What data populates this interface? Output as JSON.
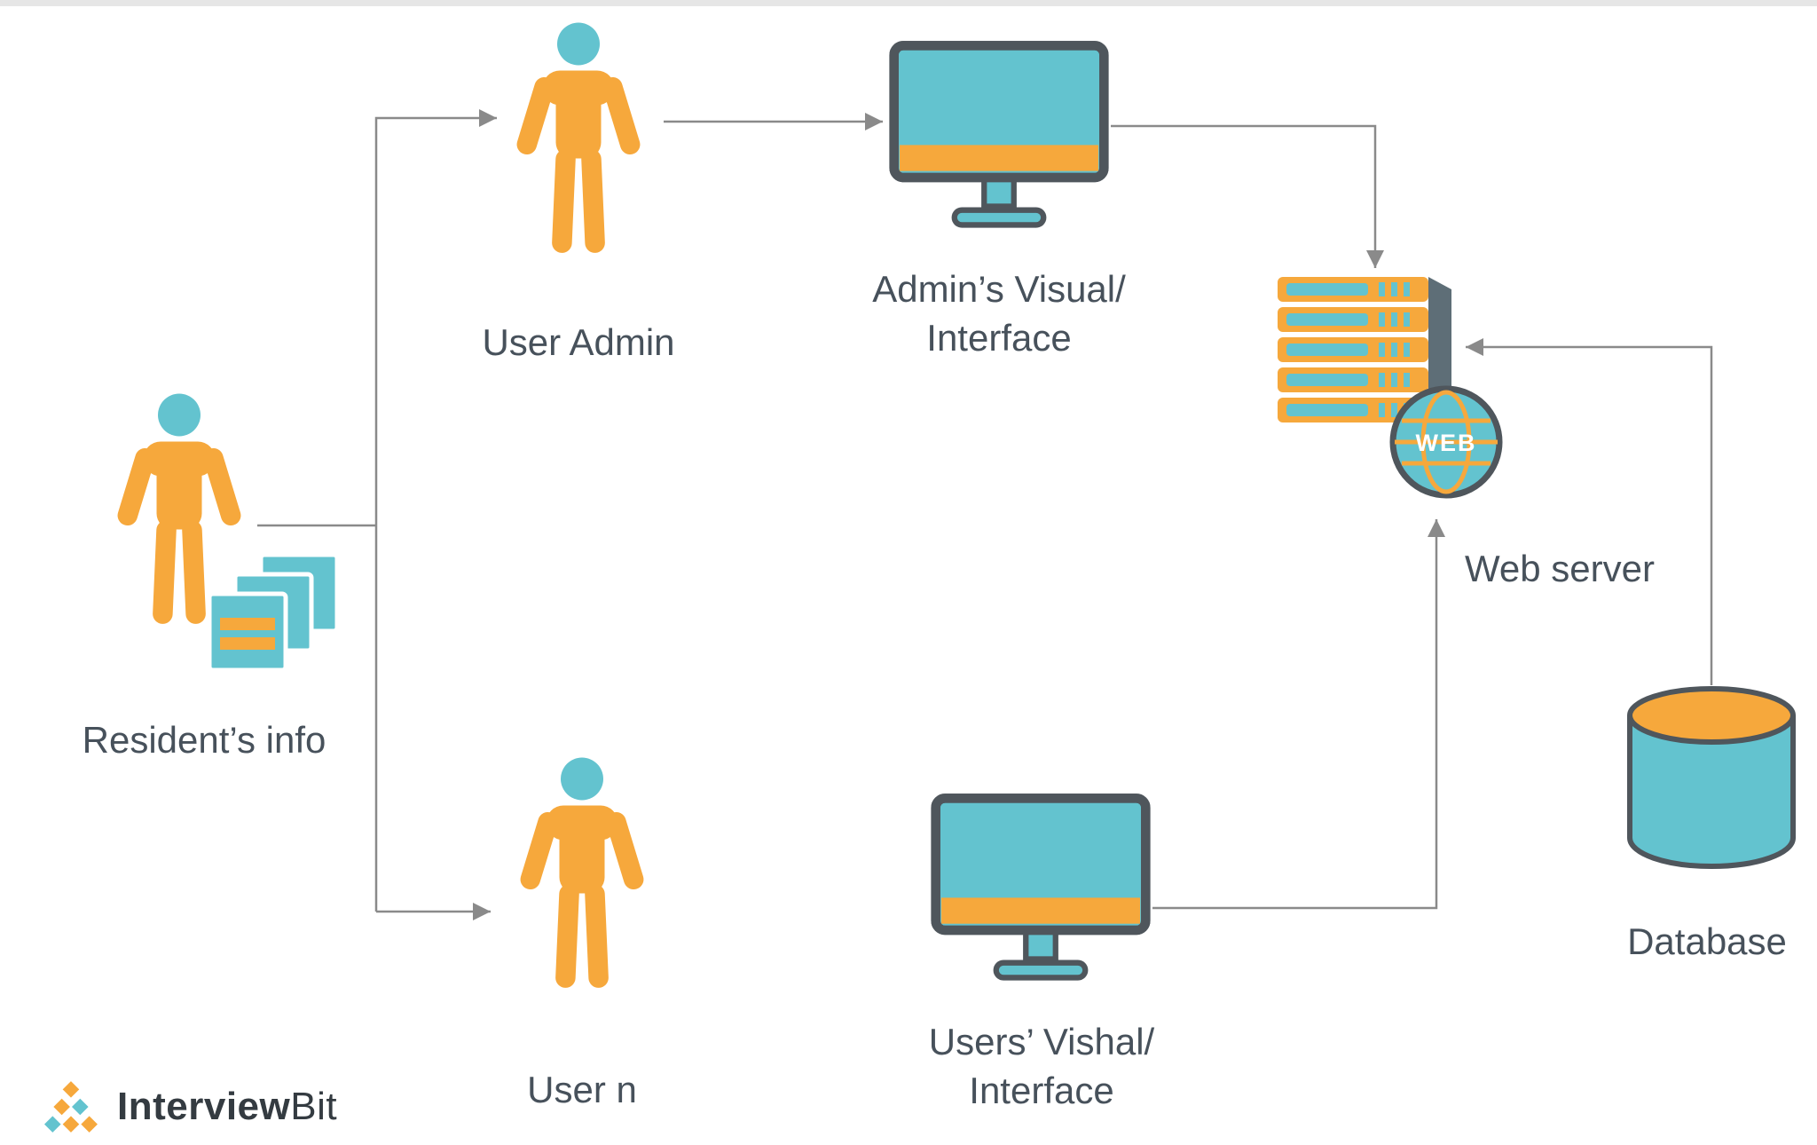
{
  "nodes": {
    "resident_info": {
      "label": "Resident’s info"
    },
    "user_admin": {
      "label": "User Admin"
    },
    "user_n": {
      "label": "User n"
    },
    "admin_interface": {
      "label_line1": "Admin’s Visual/",
      "label_line2": "Interface"
    },
    "users_interface": {
      "label_line1": "Users’ Vishal/",
      "label_line2": "Interface"
    },
    "web_server": {
      "label": "Web server",
      "badge": "WEB"
    },
    "database": {
      "label": "Database"
    }
  },
  "branding": {
    "logo_primary": "Interview",
    "logo_secondary": "Bit"
  },
  "colors": {
    "orange": "#F6A83C",
    "teal": "#63C3CF",
    "outline": "#4F565C",
    "arrow": "#8A8A8A",
    "label_text": "#47515B"
  }
}
